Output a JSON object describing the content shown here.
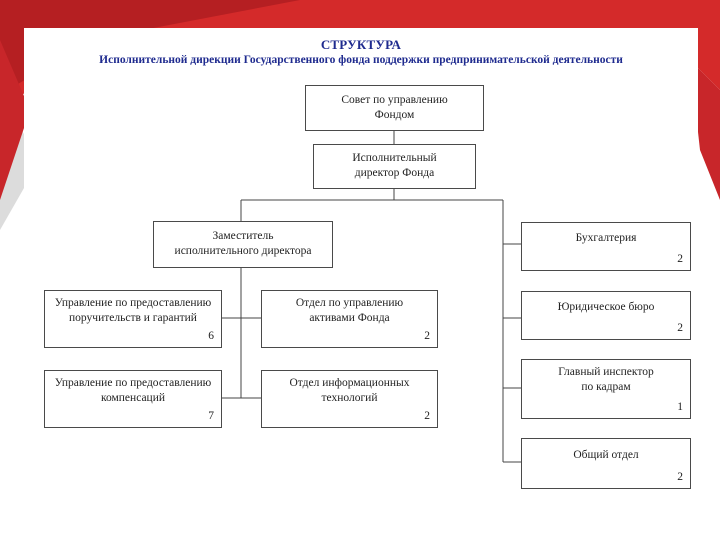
{
  "document": {
    "title": "СТРУКТУРА",
    "subtitle": "Исполнительной дирекции Государственного фонда поддержки предпринимательской деятельности"
  },
  "org": {
    "council": {
      "label": "Совет по управлению\nФондом"
    },
    "director": {
      "label": "Исполнительный\nдиректор Фонда"
    },
    "deputy": {
      "label": "Заместитель\nисполнительного директора"
    },
    "guarantees": {
      "label": "Управление по предоставлению\nпоручительств и гарантий",
      "count": "6"
    },
    "assets": {
      "label": "Отдел по управлению\nактивами Фонда",
      "count": "2"
    },
    "compensation": {
      "label": "Управление по предоставлению\nкомпенсаций",
      "count": "7"
    },
    "it": {
      "label": "Отдел информационных\nтехнологий",
      "count": "2"
    },
    "accounting": {
      "label": "Бухгалтерия",
      "count": "2"
    },
    "legal": {
      "label": "Юридическое бюро",
      "count": "2"
    },
    "hr": {
      "label": "Главный инспектор\nпо кадрам",
      "count": "1"
    },
    "general": {
      "label": "Общий отдел",
      "count": "2"
    }
  }
}
